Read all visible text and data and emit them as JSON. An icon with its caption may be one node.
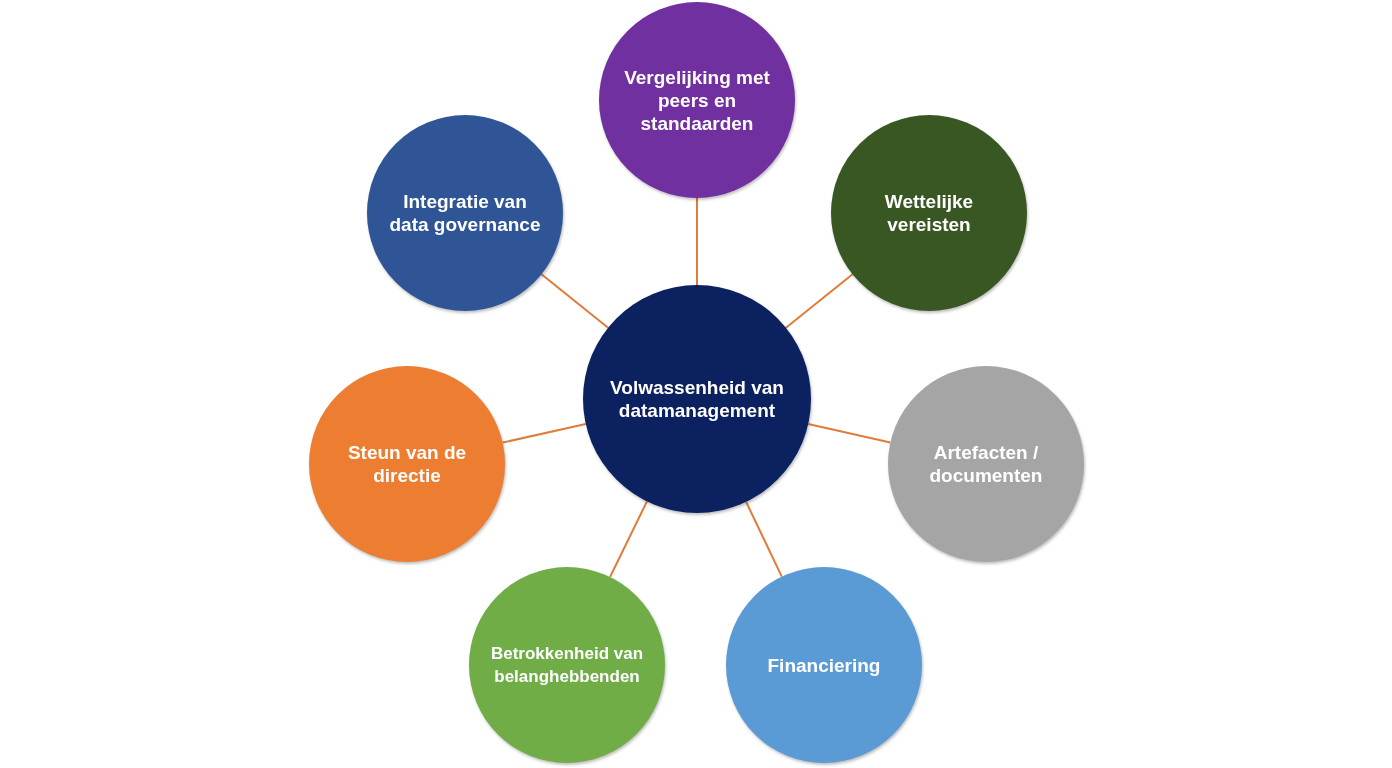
{
  "diagram": {
    "nodes": [
      {
        "text": [
          "Volwassenheid van datamanagement"
        ]
      },
      {
        "text": [
          "Vergelijking met peers en standaarden"
        ]
      },
      {
        "text": [
          "Wettelijke vereisten"
        ]
      },
      {
        "text": [
          "Artefacten / documenten"
        ]
      },
      {
        "text": [
          "Financiering"
        ]
      },
      {
        "text": [
          "Betrokkenheid van belanghebbenden"
        ]
      },
      {
        "text": [
          "Steun van de directie"
        ]
      },
      {
        "text": [
          "Integratie van data governance"
        ]
      }
    ],
    "edges": [
      {
        "from": 0,
        "to": 1,
        "arrow": "none"
      },
      {
        "from": 0,
        "to": 2,
        "arrow": "none"
      },
      {
        "from": 0,
        "to": 3,
        "arrow": "none"
      },
      {
        "from": 0,
        "to": 4,
        "arrow": "none"
      },
      {
        "from": 0,
        "to": 5,
        "arrow": "none"
      },
      {
        "from": 0,
        "to": 6,
        "arrow": "none"
      },
      {
        "from": 0,
        "to": 7,
        "arrow": "none"
      }
    ]
  }
}
